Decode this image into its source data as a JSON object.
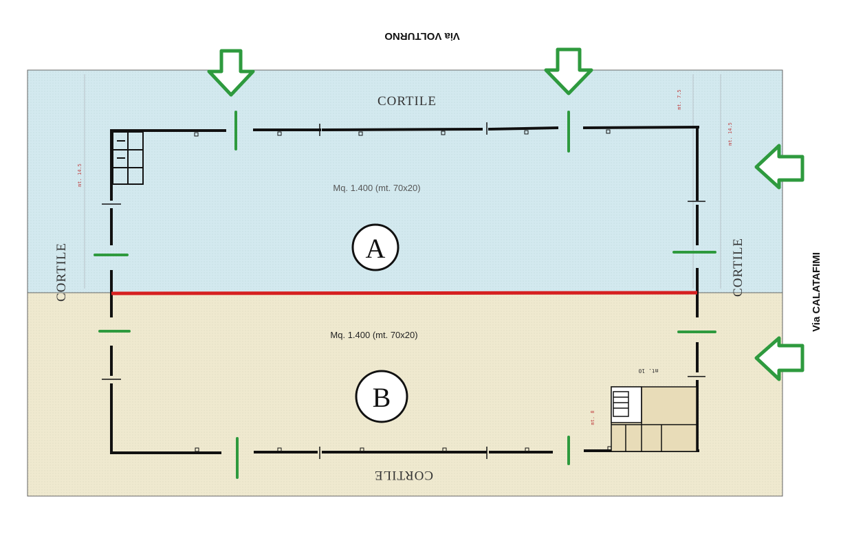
{
  "streets": {
    "top": "Via VOLTURNO",
    "right": "Via CALATAFIMI"
  },
  "courtyards": {
    "top": "CORTILE",
    "left": "CORTILE",
    "right": "CORTILE",
    "bottom": "CORTILE"
  },
  "units": [
    {
      "id": "A",
      "label": "A",
      "area": "Mq. 1.400 (mt. 70x20)",
      "fill": "#d3e9ef"
    },
    {
      "id": "B",
      "label": "B",
      "area": "Mq. 1.400 (mt. 70x20)",
      "fill": "#efe9cf"
    }
  ],
  "dimensions": {
    "left": "mt. 14.5",
    "right": "mt. 14.5",
    "top_right": "mt. 7.5",
    "small_right": "mt. 10",
    "small_left": "mt. 8"
  },
  "colors": {
    "division_line": "#d62020",
    "access_arrow": "#2e9a3e",
    "wall": "#111111"
  },
  "icons": {
    "arrow": "green-access-arrow-icon"
  }
}
